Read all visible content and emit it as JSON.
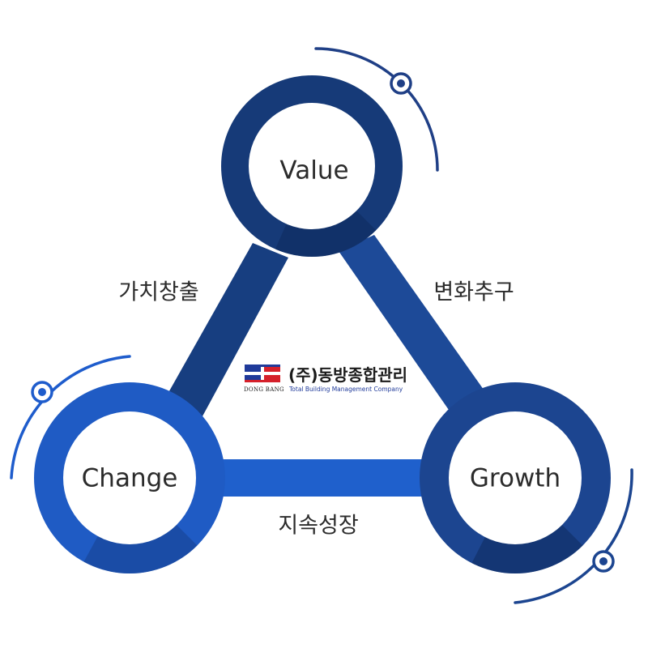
{
  "nodes": {
    "value": {
      "label": "Value"
    },
    "change": {
      "label": "Change"
    },
    "growth": {
      "label": "Growth"
    }
  },
  "edges": {
    "value_change": {
      "label": "가치창출"
    },
    "value_growth": {
      "label": "변화추구"
    },
    "change_growth": {
      "label": "지속성장"
    }
  },
  "logo": {
    "mark_text": "DONG BANG",
    "company_kr": "(주)동방종합관리",
    "company_en": "Total Building Management Company"
  },
  "colors": {
    "dark_navy": "#163a78",
    "navy": "#1c4590",
    "royal_blue": "#1f57b8",
    "bright_blue": "#1e63cf",
    "shadow": "#0f2a5c",
    "text": "#2b2b2b",
    "logo_red": "#d5202a",
    "logo_blue": "#1f3a9a"
  }
}
